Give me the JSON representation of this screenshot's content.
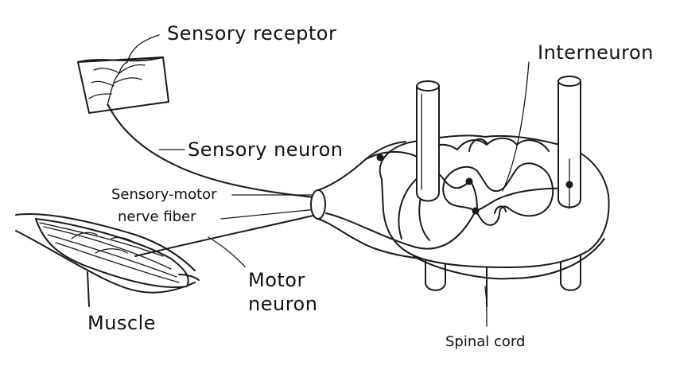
{
  "labels": {
    "sensory_receptor": "Sensory receptor",
    "interneuron": "Interneuron",
    "sensory_neuron": "Sensory neuron",
    "sensory_motor_line1": "Sensory-motor",
    "sensory_motor_line2": "nerve fiber",
    "motor_line1": "Motor",
    "motor_line2": "neuron",
    "muscle": "Muscle",
    "spinal_cord": "Spinal cord"
  },
  "colors": {
    "ink": "#1a1a1a",
    "background": "#ffffff"
  }
}
